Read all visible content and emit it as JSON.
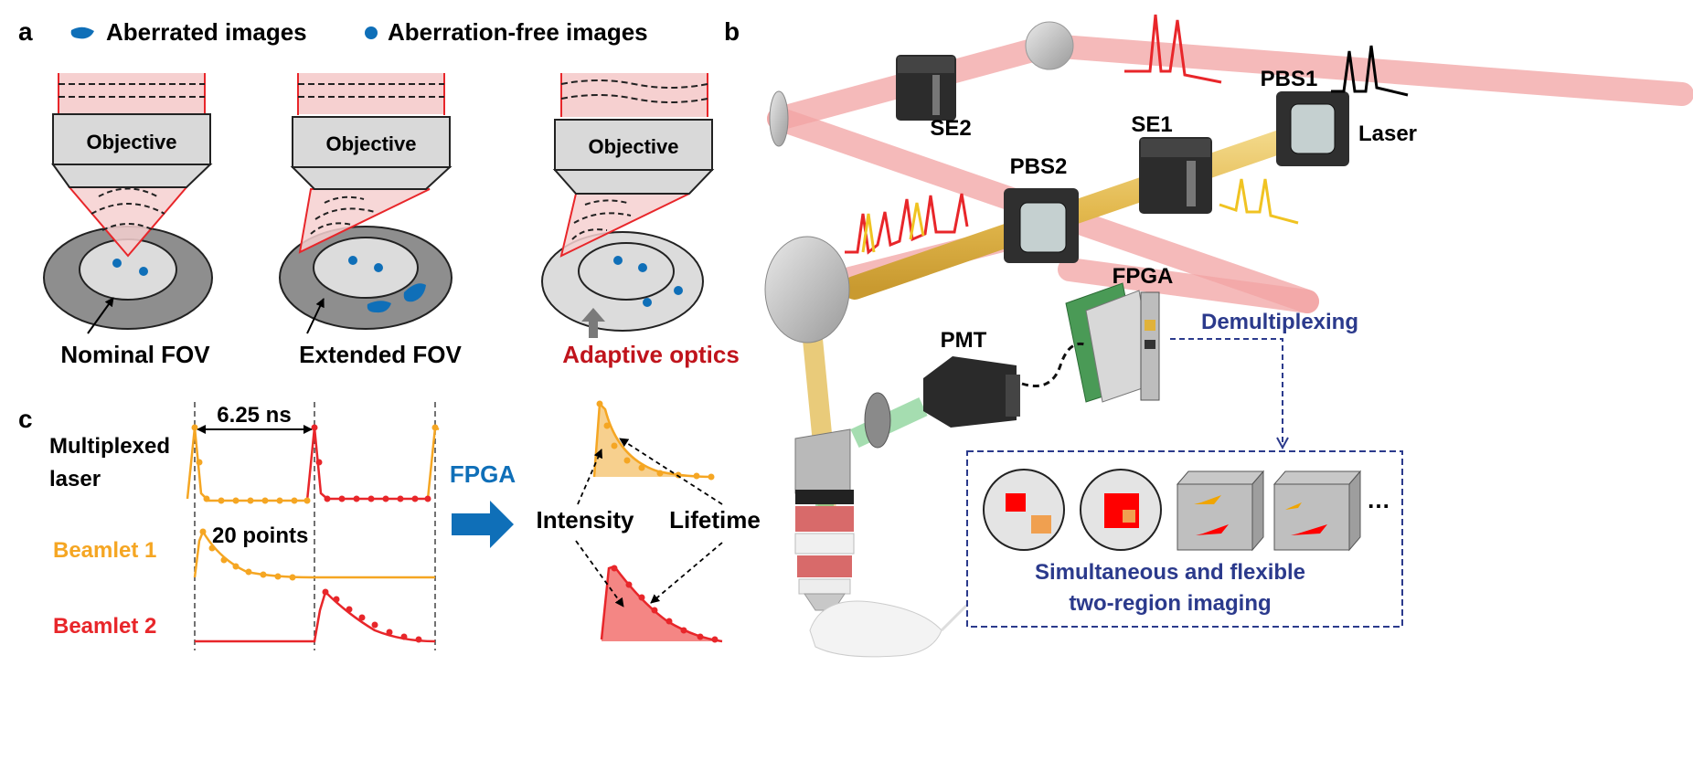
{
  "panels": {
    "a": "a",
    "b": "b",
    "c": "c"
  },
  "legend": {
    "aberrated": "Aberrated images",
    "free": "Aberration-free images"
  },
  "objective_label": "Objective",
  "captions": {
    "nominal": "Nominal FOV",
    "extended": "Extended FOV",
    "adaptive": "Adaptive optics"
  },
  "setup": {
    "se2": "SE2",
    "se1": "SE1",
    "pbs1": "PBS1",
    "pbs2": "PBS2",
    "laser": "Laser",
    "fpga": "FPGA",
    "pmt": "PMT",
    "demux": "Demultiplexing",
    "result_line1": "Simultaneous and flexible",
    "result_line2": "two-region imaging",
    "ellipsis": "…"
  },
  "timing": {
    "multiplexed_line1": "Multiplexed",
    "multiplexed_line2": "laser",
    "beamlet1": "Beamlet 1",
    "beamlet2": "Beamlet 2",
    "interval": "6.25 ns",
    "points": "20 points",
    "fpga": "FPGA",
    "intensity": "Intensity",
    "lifetime": "Lifetime"
  },
  "colors": {
    "red": "#e8262a",
    "orange": "#f5a623",
    "blue": "#0f6fb8",
    "darkred": "#c0141c",
    "navy": "#2b3a8c",
    "beam_pink": "#f2a3a3",
    "beam_yellow": "#e9c25c"
  }
}
